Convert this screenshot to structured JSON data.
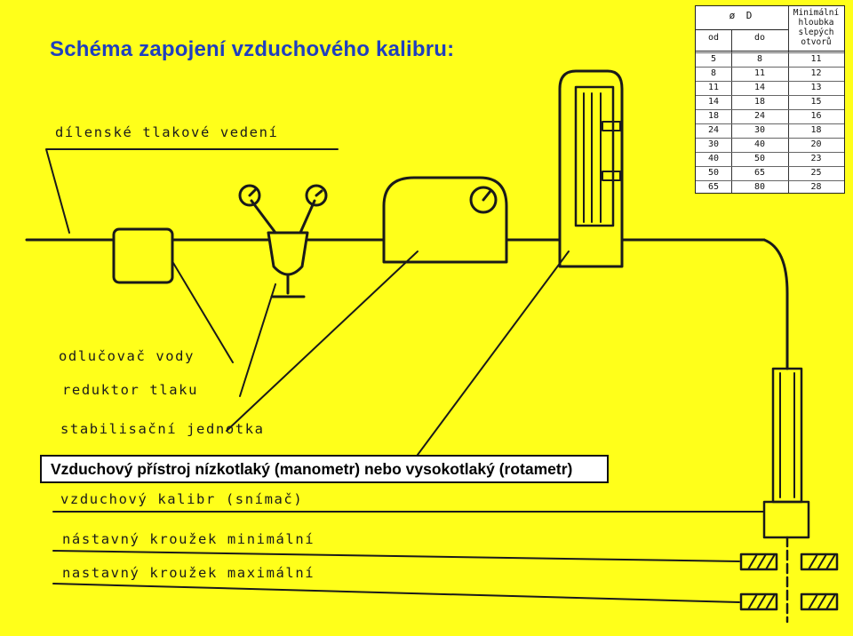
{
  "title": "Schéma zapojení vzduchového kalibru:",
  "labels": {
    "dilenske": "dílenské tlakové vedení",
    "odlucovac": "odlučovač vody",
    "reduktor": "reduktor tlaku",
    "stabilisacni": "stabilisační jednotka",
    "kalibr": "vzduchový kalibr (snímač)",
    "krouzek_min": "nástavný kroužek minimální",
    "krouzek_max": "nastavný kroužek maximální"
  },
  "callout": "Vzduchový přístroj nízkotlaký (manometr) nebo vysokotlaký (rotametr)",
  "table": {
    "header_diameter": "ø D",
    "header_from": "od",
    "header_to": "do",
    "header_depth": [
      "Minimální",
      "hloubka",
      "slepých",
      "otvorů"
    ],
    "rows": [
      [
        "5",
        "8",
        "11"
      ],
      [
        "8",
        "11",
        "12"
      ],
      [
        "11",
        "14",
        "13"
      ],
      [
        "14",
        "18",
        "15"
      ],
      [
        "18",
        "24",
        "16"
      ],
      [
        "24",
        "30",
        "18"
      ],
      [
        "30",
        "40",
        "20"
      ],
      [
        "40",
        "50",
        "23"
      ],
      [
        "50",
        "65",
        "25"
      ],
      [
        "65",
        "80",
        "28"
      ]
    ]
  },
  "colors": {
    "background": "#ffff1a",
    "title": "#1f3fbf",
    "ink": "#1a1a1a"
  }
}
